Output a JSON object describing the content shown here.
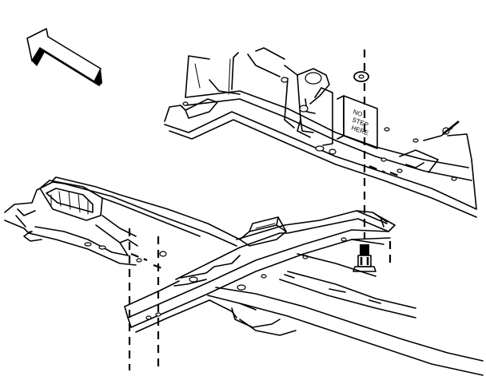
{
  "diagram": {
    "label_plate": {
      "line1": "NO",
      "line2": "STEP",
      "line3": "HERE"
    },
    "direction_arrow": "front-of-vehicle-arrow-icon",
    "fastener": "bolt-icon",
    "washer": "washer-icon",
    "colors": {
      "ink": "#000000",
      "paper": "#ffffff"
    }
  }
}
